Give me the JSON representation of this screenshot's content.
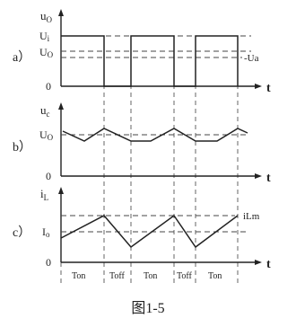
{
  "panels": {
    "a": {
      "label": "a）",
      "y_axis": {
        "main": "u",
        "sub": "O"
      },
      "levels": [
        {
          "main": "U",
          "sub": "i"
        },
        {
          "main": "U",
          "sub": "O"
        }
      ],
      "side_label": "-Ua",
      "origin": "0",
      "t": "t"
    },
    "b": {
      "label": "b）",
      "y_axis": {
        "main": "u",
        "sub": "c"
      },
      "levels": [
        {
          "main": "U",
          "sub": "O"
        }
      ],
      "origin": "0",
      "t": "t"
    },
    "c": {
      "label": "c）",
      "y_axis": {
        "main": "i",
        "sub": "L"
      },
      "levels": [
        {
          "main": "I",
          "sub": "o"
        }
      ],
      "side_label": "iLm",
      "origin": "0",
      "t": "t",
      "intervals": [
        "Ton",
        "Toff",
        "Ton",
        "Toff",
        "Ton"
      ]
    }
  },
  "caption": "图1-5"
}
